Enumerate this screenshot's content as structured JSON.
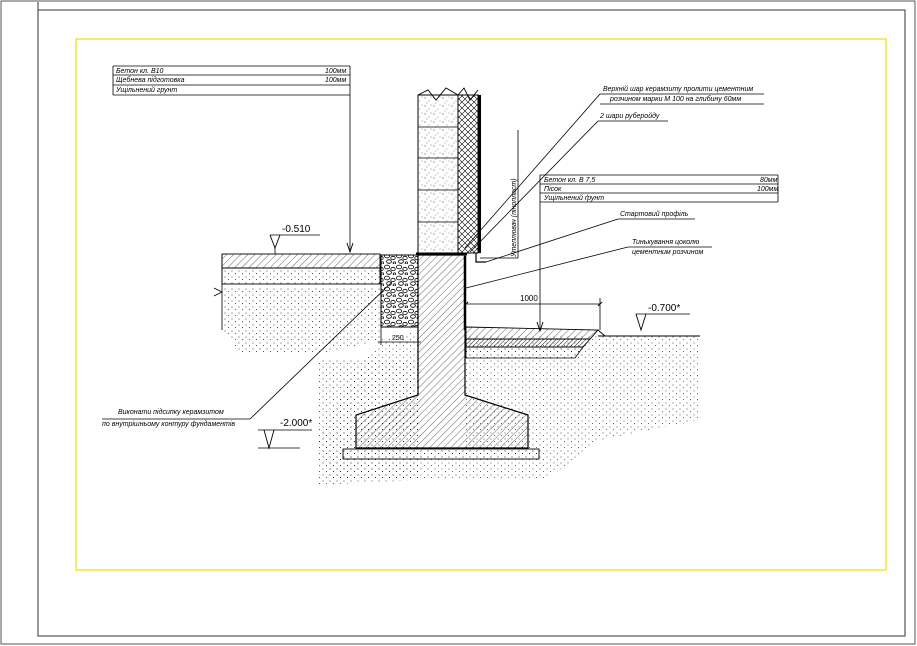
{
  "drawing": {
    "floor_layers": {
      "rows": [
        {
          "name": "Бетон кл. В10",
          "thickness": "100мм"
        },
        {
          "name": "Щебнева підготовка",
          "thickness": "100мм"
        },
        {
          "name": "Ущільнений грунт",
          "thickness": ""
        }
      ]
    },
    "blind_area_layers": {
      "rows": [
        {
          "name": "Бетон кл. В 7,5",
          "thickness": "80мм"
        },
        {
          "name": "Пісок",
          "thickness": "100мм"
        },
        {
          "name": "Ущільнений ґрунт",
          "thickness": ""
        }
      ]
    },
    "callouts": {
      "top_layer_line1": "Верхній шар керамзиту пролити цементним",
      "top_layer_line2": "розчином марки М 100   на глибину 60мм",
      "roofing_felt": "2 шари руберойду",
      "starter_profile": "Стартовий профіль",
      "plinth_line1": "Тинькування цоколю",
      "plinth_line2": "цементним розчином",
      "backfill_line1": "Виконати підсипку керамзитом",
      "backfill_line2": "по внутрішньому контуру фундаментів",
      "insulation": "Утеплювач (пінопласт)"
    },
    "levels": {
      "floor": "-0.510",
      "ground": "-0.700*",
      "footing": "-2.000*"
    },
    "dimensions": {
      "blind_width": "1000",
      "backfill_width": "250"
    },
    "colors": {
      "frame": "#f0e000",
      "line": "#000000",
      "sheet_border": "#333333"
    }
  }
}
